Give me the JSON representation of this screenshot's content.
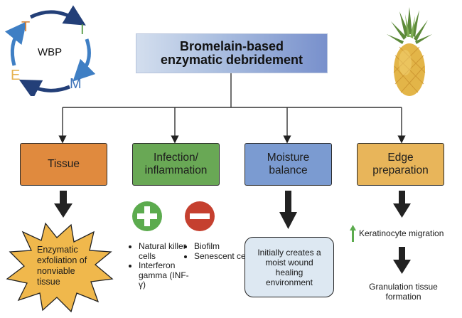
{
  "title": "Bromelain-based enzymatic debridement",
  "title_lines": [
    "Bromelain-based",
    "enzymatic debridement"
  ],
  "tiem_cycle": {
    "center_label": "WBP",
    "letters": {
      "t": "T",
      "i": "I",
      "m": "M",
      "e": "E"
    }
  },
  "categories": [
    {
      "id": "tissue",
      "label_lines": [
        "Tissue"
      ],
      "color": "#e08a3e"
    },
    {
      "id": "infection",
      "label_lines": [
        "Infection/",
        "inflammation"
      ],
      "color": "#69a855"
    },
    {
      "id": "moisture",
      "label_lines": [
        "Moisture",
        "balance"
      ],
      "color": "#7b9bd1"
    },
    {
      "id": "edge",
      "label_lines": [
        "Edge",
        "preparation"
      ],
      "color": "#e8b55a"
    }
  ],
  "tissue_outcome": {
    "text_lines": [
      "Enzymatic",
      "exfoliation of",
      "nonviable",
      "tissue"
    ]
  },
  "infection_outcome": {
    "positive_icon": "plus-icon",
    "negative_icon": "minus-icon",
    "positive_items": [
      "Natural killer cells",
      "Interferon gamma (INF-γ)"
    ],
    "negative_items": [
      "Biofilm",
      "Senescent cells"
    ]
  },
  "moisture_outcome": {
    "text_lines": [
      "Initially creates a",
      "moist wound",
      "healing",
      "environment"
    ]
  },
  "edge_outcome": {
    "up_arrow_icon": "up-arrow-icon",
    "step1": "Keratinocyte migration",
    "step2_lines": [
      "Granulation tissue",
      "formation"
    ]
  },
  "colors": {
    "positive": "#5cab4e",
    "negative": "#c5402f",
    "arrow": "#222222",
    "starburst": "#f0b84c"
  }
}
